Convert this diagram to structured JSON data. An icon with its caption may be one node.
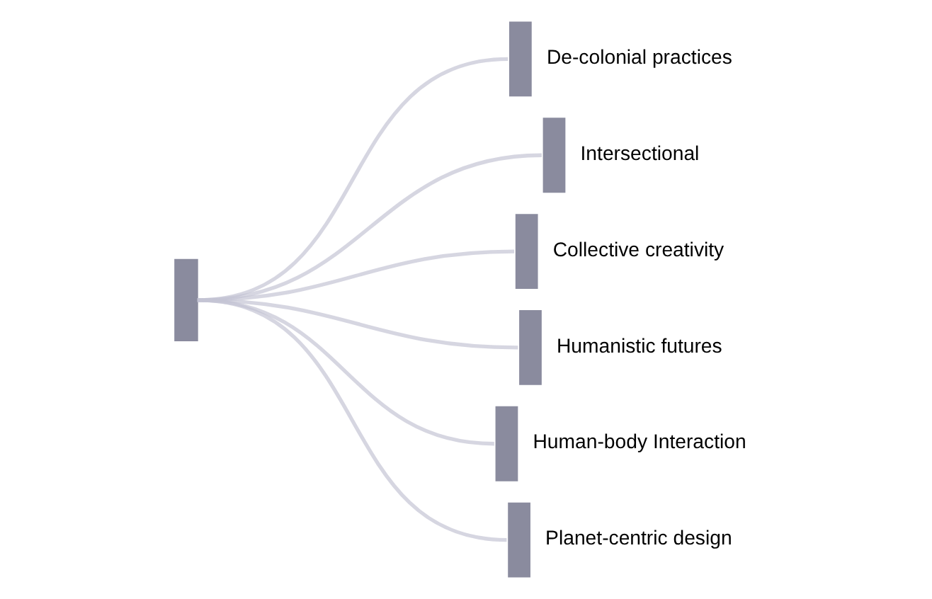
{
  "diagram": {
    "nodes": [
      {
        "text": [],
        "shape": "bar"
      },
      {
        "text": [
          "De-colonial practices"
        ]
      },
      {
        "text": [
          "Intersectional"
        ]
      },
      {
        "text": [
          "Collective creativity"
        ]
      },
      {
        "text": [
          "Humanistic futures"
        ]
      },
      {
        "text": [
          "Human-body Interaction"
        ]
      },
      {
        "text": [
          "Planet-centric design"
        ]
      }
    ],
    "edges": [
      {
        "from": 0,
        "to": 1,
        "arrow": "none"
      },
      {
        "from": 0,
        "to": 2,
        "arrow": "none"
      },
      {
        "from": 0,
        "to": 3,
        "arrow": "none"
      },
      {
        "from": 0,
        "to": 4,
        "arrow": "none"
      },
      {
        "from": 0,
        "to": 5,
        "arrow": "none"
      },
      {
        "from": 0,
        "to": 6,
        "arrow": "none"
      }
    ]
  }
}
